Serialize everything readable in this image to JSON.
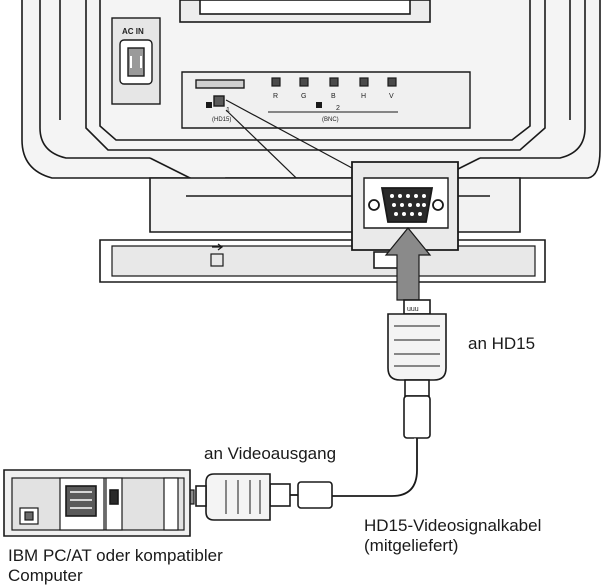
{
  "monitor": {
    "power_label": "AC IN",
    "input1_label": "1",
    "input1_sub": "(HD15)",
    "input2_label": "2",
    "input2_sub": "(BNC)",
    "bnc_labels": [
      "R",
      "G",
      "B",
      "H",
      "V"
    ]
  },
  "labels": {
    "to_hd15": "an HD15",
    "to_video_output": "an Videoausgang",
    "cable_line1": "HD15-Videosignalkabel",
    "cable_line2": "(mitgeliefert)",
    "computer_line1": "IBM PC/AT oder kompatibler",
    "computer_line2": "Computer"
  },
  "colors": {
    "ink": "#1a1a1a",
    "panel": "#f2f2f2",
    "shade": "#d9d9d9",
    "dark": "#6a6a6a"
  }
}
